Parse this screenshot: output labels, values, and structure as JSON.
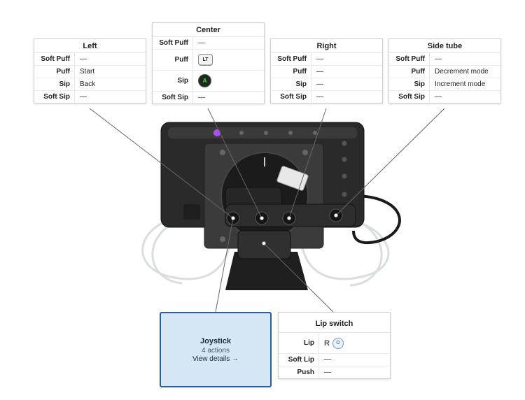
{
  "panels": {
    "left": {
      "title": "Left",
      "rows": [
        {
          "label": "Soft Puff",
          "value": "—"
        },
        {
          "label": "Puff",
          "value": "Start"
        },
        {
          "label": "Sip",
          "value": "Back"
        },
        {
          "label": "Soft Sip",
          "value": "—"
        }
      ]
    },
    "center": {
      "title": "Center",
      "rows": [
        {
          "label": "Soft Puff",
          "value": "—"
        },
        {
          "label": "Puff",
          "value": "LT"
        },
        {
          "label": "Sip",
          "value": "A"
        },
        {
          "label": "Soft Sip",
          "value": "—"
        }
      ]
    },
    "right": {
      "title": "Right",
      "rows": [
        {
          "label": "Soft Puff",
          "value": "—"
        },
        {
          "label": "Puff",
          "value": "—"
        },
        {
          "label": "Sip",
          "value": "—"
        },
        {
          "label": "Soft Sip",
          "value": "—"
        }
      ]
    },
    "side_tube": {
      "title": "Side tube",
      "rows": [
        {
          "label": "Soft Puff",
          "value": "—"
        },
        {
          "label": "Puff",
          "value": "Decrement mode"
        },
        {
          "label": "Sip",
          "value": "Increment mode"
        },
        {
          "label": "Soft Sip",
          "value": "—"
        }
      ]
    },
    "lip_switch": {
      "title": "Lip switch",
      "rows": [
        {
          "label": "Lip",
          "value": "R",
          "icon_value": "O"
        },
        {
          "label": "Soft Lip",
          "value": "—"
        },
        {
          "label": "Push",
          "value": "—"
        }
      ]
    }
  },
  "joystick": {
    "title": "Joystick",
    "subtitle": "4 actions",
    "link": "View details →"
  },
  "colors": {
    "joystick_bg": "#d6e6f5",
    "joystick_border": "#2e5f8e",
    "status_led": "#b04cff"
  }
}
